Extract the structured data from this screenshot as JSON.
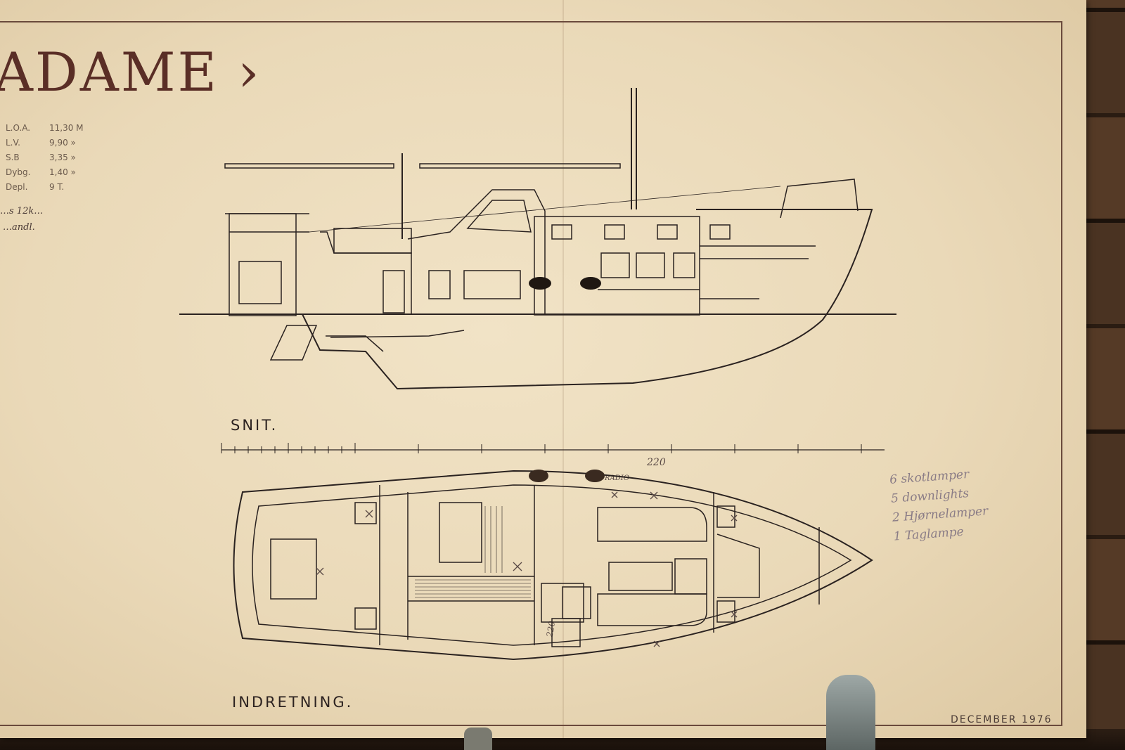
{
  "title": "ADAME ›",
  "specs": [
    {
      "key": "L.O.A.",
      "value": "11,30 M"
    },
    {
      "key": "L.V.",
      "value": "9,90 »"
    },
    {
      "key": "S.B",
      "value": "3,35 »"
    },
    {
      "key": "Dybg.",
      "value": "1,40 »"
    },
    {
      "key": "Depl.",
      "value": "9 T."
    }
  ],
  "margin_notes": [
    "…s 12k…",
    "…andl."
  ],
  "section_label": "SNIT.",
  "plan_label": "INDRETNING.",
  "date_label": "DECEMBER 1976",
  "handwritten_list": [
    "6 skotlamper",
    "5 downlights",
    "2 Hjørnelamper",
    "1 Taglampe"
  ],
  "plan_annotations": [
    "220",
    "220",
    "RADIO"
  ],
  "colors": {
    "paper": "#ecdcbc",
    "ink": "#2a2220",
    "title": "#5a2e26",
    "frame": "#6a4a3c"
  }
}
